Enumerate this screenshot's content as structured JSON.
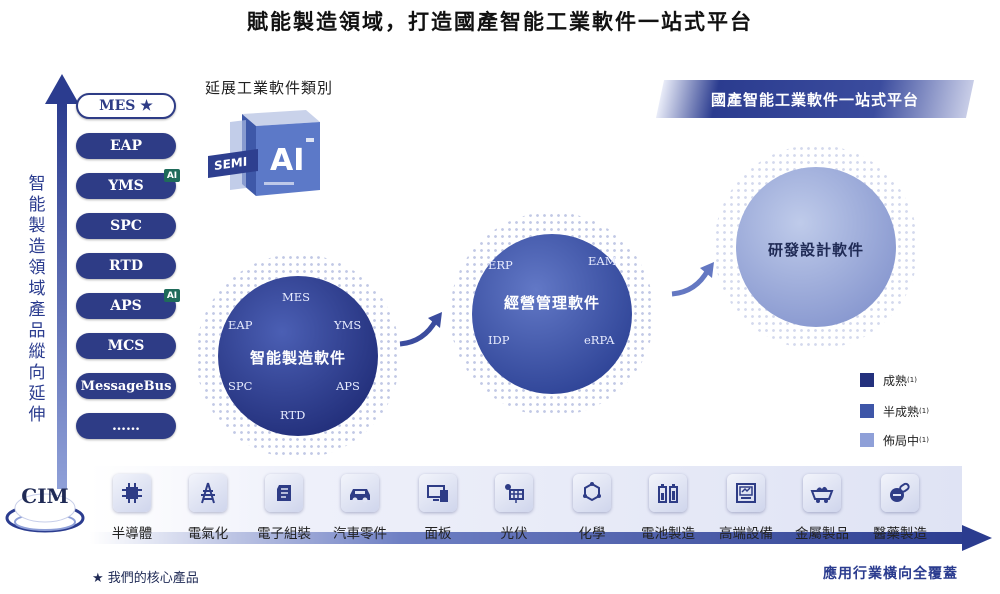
{
  "title": "賦能製造領域，打造國產智能工業軟件一站式平台",
  "vertical_axis_label": "智能製造領域產品縱向延伸",
  "extension_label": "延展工業軟件類別",
  "ai_cube": {
    "brand_text": "SEMI",
    "ai_text": "AI"
  },
  "products": [
    {
      "label": "MES ★",
      "style": "outline"
    },
    {
      "label": "EAP"
    },
    {
      "label": "YMS",
      "badge": "AI"
    },
    {
      "label": "SPC"
    },
    {
      "label": "RTD"
    },
    {
      "label": "APS",
      "badge": "AI"
    },
    {
      "label": "MCS"
    },
    {
      "label": "MessageBus"
    },
    {
      "label": "……"
    }
  ],
  "platform_banner": "國產智能工業軟件一站式平台",
  "circles": {
    "smart_manufacturing": {
      "title": "智能製造軟件",
      "items": {
        "top": "MES",
        "left_top": "EAP",
        "right_top": "YMS",
        "left_bottom": "SPC",
        "right_bottom": "APS",
        "bottom": "RTD"
      },
      "status": "mature",
      "color": "#24317d"
    },
    "business_management": {
      "title": "經營管理軟件",
      "items": {
        "left_top": "ERP",
        "right_top": "EAM",
        "left_bottom": "IDP",
        "right_bottom": "eRPA"
      },
      "status": "semi-mature",
      "color": "#2e4396"
    },
    "rd_design": {
      "title": "研發設計軟件",
      "status": "in-layout",
      "color": "#8797cf"
    }
  },
  "legend": [
    {
      "label": "成熟",
      "note": "(1)",
      "color": "#24317d"
    },
    {
      "label": "半成熟",
      "note": "(1)",
      "color": "#3e56a8"
    },
    {
      "label": "佈局中",
      "note": "(1)",
      "color": "#8fa0d8"
    }
  ],
  "cim_label": "CIM",
  "industries": [
    {
      "label": "半導體",
      "icon": "chip-icon"
    },
    {
      "label": "電氣化",
      "icon": "power-tower-icon"
    },
    {
      "label": "電子組裝",
      "icon": "circuit-board-icon"
    },
    {
      "label": "汽車零件",
      "icon": "car-icon"
    },
    {
      "label": "面板",
      "icon": "display-panel-icon"
    },
    {
      "label": "光伏",
      "icon": "solar-panel-icon"
    },
    {
      "label": "化學",
      "icon": "molecule-icon"
    },
    {
      "label": "電池製造",
      "icon": "battery-icon"
    },
    {
      "label": "高端設備",
      "icon": "machine-icon"
    },
    {
      "label": "金屬製品",
      "icon": "mine-cart-icon"
    },
    {
      "label": "醫藥製造",
      "icon": "pill-icon"
    }
  ],
  "footnote": "★  我們的核心產品",
  "horizontal_axis_label": "應用行業橫向全覆蓋"
}
